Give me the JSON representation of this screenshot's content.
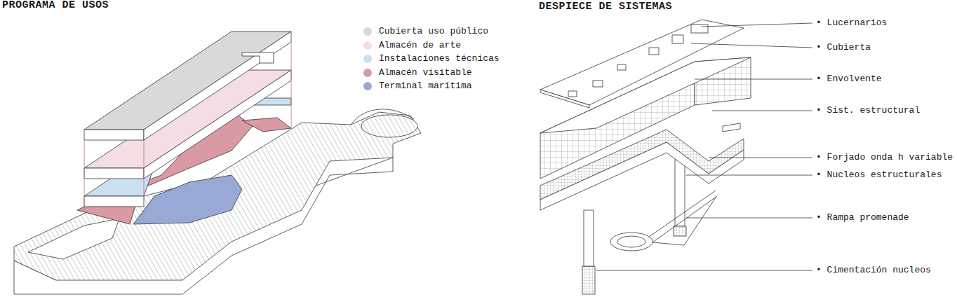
{
  "diagram": {
    "labels": [
      "PROGRAMA DE USOS",
      "DESPIECE DE SISTEMAS",
      "• Lucernarios",
      "• Cubierta",
      "• Envolvente",
      "• Sist. estructural",
      "• Forjado onda h variable",
      "• Nucleos estructurales",
      "• Rampa promenade",
      "• Cimentación nucleos"
    ],
    "legend": [
      {
        "text": "Cubierta uso público",
        "color": "#d9d9d9"
      },
      {
        "text": "Almacén de arte",
        "color": "#f4dde3"
      },
      {
        "text": "Instalaciones técnicas",
        "color": "#c9e1f3"
      },
      {
        "text": "Almacén visitable",
        "color": "#d99aa3"
      },
      {
        "text": "Terminal marítima",
        "color": "#98a9d6"
      }
    ]
  }
}
